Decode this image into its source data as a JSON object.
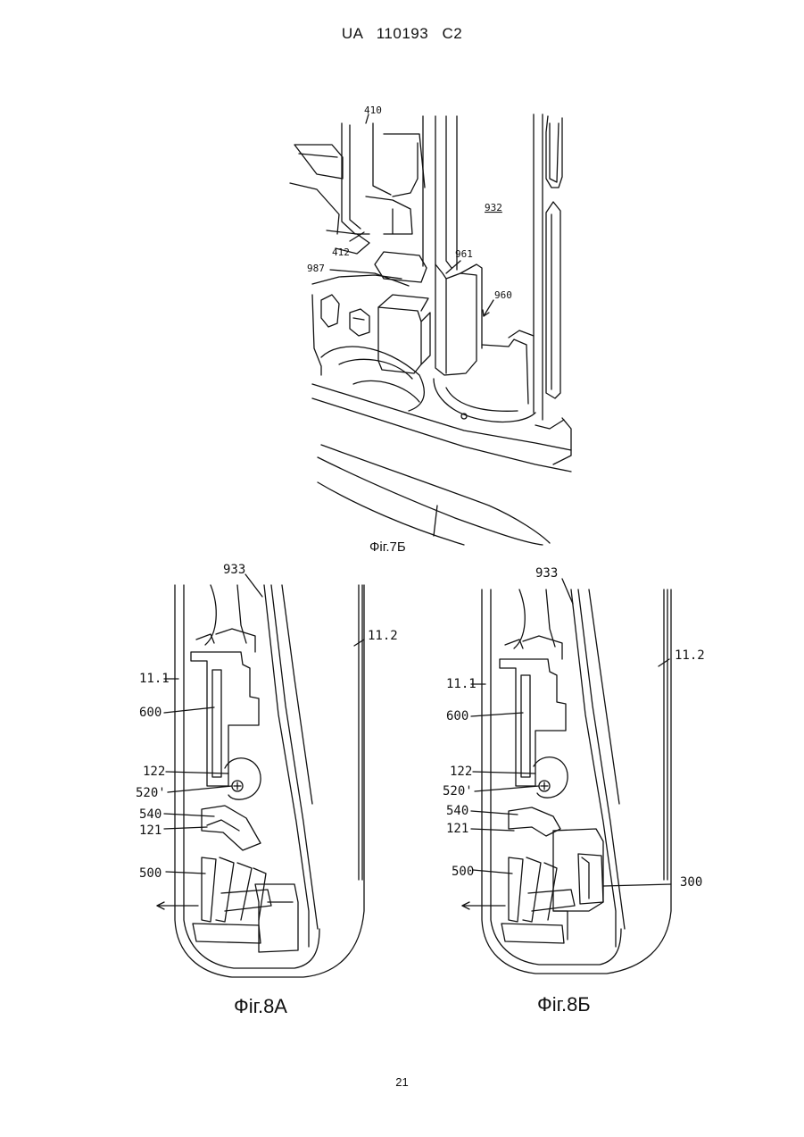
{
  "header": {
    "country": "UA",
    "number": "110193",
    "kind": "C2"
  },
  "figures": {
    "fig7b": {
      "caption": "Фіг.7Б",
      "refs": {
        "r410": "410",
        "r412": "412",
        "r932": "932",
        "r961": "961",
        "r987": "987",
        "r960": "960"
      }
    },
    "fig8a": {
      "caption": "Фіг.8А",
      "refs": {
        "r933": "933",
        "r112": "11.2",
        "r111": "11.1",
        "r600": "600",
        "r122": "122",
        "r520": "520'",
        "r540": "540",
        "r121": "121",
        "r500": "500"
      }
    },
    "fig8b": {
      "caption": "Фіг.8Б",
      "refs": {
        "r933": "933",
        "r112": "11.2",
        "r111": "11.1",
        "r600": "600",
        "r122": "122",
        "r520": "520'",
        "r540": "540",
        "r121": "121",
        "r500": "500",
        "r300": "300"
      }
    }
  },
  "footer": {
    "page_number": "21"
  }
}
